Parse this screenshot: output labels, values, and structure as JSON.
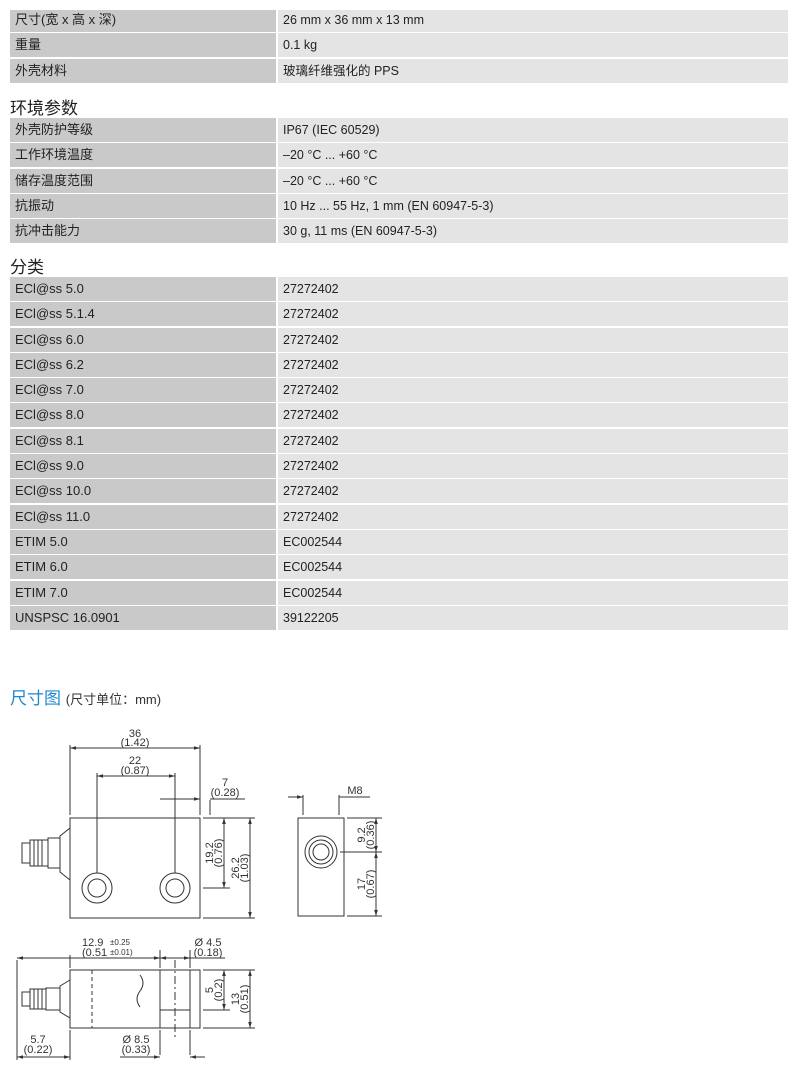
{
  "top_rows": [
    {
      "label": "尺寸(宽 x 高 x 深)",
      "value": "26 mm x 36 mm x 13 mm"
    },
    {
      "label": "重量",
      "value": "0.1 kg"
    },
    {
      "label": "外壳材料",
      "value": "玻璃纤维强化的 PPS"
    }
  ],
  "env_section": {
    "title": "环境参数",
    "rows": [
      {
        "label": "外壳防护等级",
        "value": "IP67 (IEC 60529)"
      },
      {
        "label": "工作环境温度",
        "value": "–20 °C ... +60 °C"
      },
      {
        "label": "储存温度范围",
        "value": "–20 °C ... +60 °C"
      },
      {
        "label": "抗振动",
        "value": "10 Hz ... 55 Hz, 1 mm (EN 60947-5-3)"
      },
      {
        "label": "抗冲击能力",
        "value": "30 g, 11 ms (EN 60947-5-3)"
      }
    ]
  },
  "class_section": {
    "title": "分类",
    "rows": [
      {
        "label": "ECl@ss 5.0",
        "value": "27272402"
      },
      {
        "label": "ECl@ss 5.1.4",
        "value": "27272402"
      },
      {
        "label": "ECl@ss 6.0",
        "value": "27272402"
      },
      {
        "label": "ECl@ss 6.2",
        "value": "27272402"
      },
      {
        "label": "ECl@ss 7.0",
        "value": "27272402"
      },
      {
        "label": "ECl@ss 8.0",
        "value": "27272402"
      },
      {
        "label": "ECl@ss 8.1",
        "value": "27272402"
      },
      {
        "label": "ECl@ss 9.0",
        "value": "27272402"
      },
      {
        "label": "ECl@ss 10.0",
        "value": "27272402"
      },
      {
        "label": "ECl@ss 11.0",
        "value": "27272402"
      },
      {
        "label": "ETIM 5.0",
        "value": "EC002544"
      },
      {
        "label": "ETIM 6.0",
        "value": "EC002544"
      },
      {
        "label": "ETIM 7.0",
        "value": "EC002544"
      },
      {
        "label": "UNSPSC 16.0901",
        "value": "39122205"
      }
    ]
  },
  "dimension_drawing": {
    "title": "尺寸图",
    "unit_note": "(尺寸单位：mm)",
    "labels": {
      "w36": "36",
      "w36_in": "(1.42)",
      "w22": "22",
      "w22_in": "(0.87)",
      "w7": "7",
      "w7_in": "(0.28)",
      "h192": "19.2",
      "h192_in": "(0.76)",
      "h262": "26.2",
      "h262_in": "(1.03)",
      "m8": "M8",
      "h92": "9.2",
      "h92_in": "(0.36)",
      "h17": "17",
      "h17_in": "(0.67)",
      "d129": "12.9",
      "d129_tol": "±0.25",
      "d129_in": "(0.51",
      "d129_in_tol": "±0.01)",
      "d45": "Ø 4.5",
      "d45_in": "(0.18)",
      "d5": "5",
      "d5_in": "(0.2)",
      "d13": "13",
      "d13_in": "(0.51)",
      "d57": "5.7",
      "d57_in": "(0.22)",
      "d85": "Ø 8.5",
      "d85_in": "(0.33)"
    }
  }
}
